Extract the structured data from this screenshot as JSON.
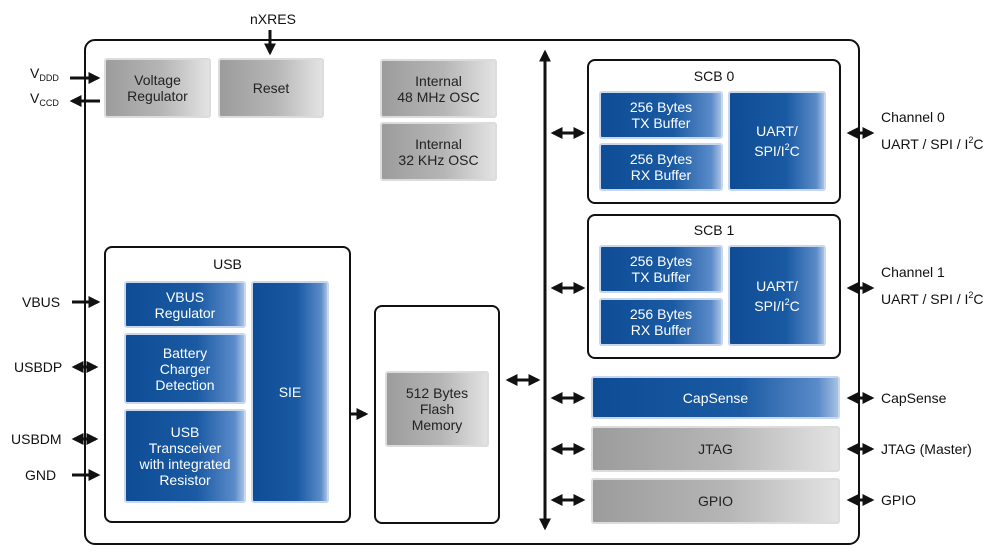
{
  "external": {
    "nxres": "nXRES",
    "vddd_main": "V",
    "vddd_sub": "DDD",
    "vccd_main": "V",
    "vccd_sub": "CCD",
    "vbus": "VBUS",
    "usbdp": "USBDP",
    "usbdm": "USBDM",
    "gnd": "GND",
    "channel0_line1": "Channel 0",
    "channel0_line2a": "UART / SPI / I",
    "channel0_sup": "2",
    "channel0_line2b": "C",
    "channel1_line1": "Channel 1",
    "channel1_line2a": "UART / SPI / I",
    "channel1_sup": "2",
    "channel1_line2b": "C",
    "capsense": "CapSense",
    "jtag": "JTAG (Master)",
    "gpio": "GPIO"
  },
  "blocks": {
    "voltage_regulator_1": "Voltage",
    "voltage_regulator_2": "Regulator",
    "reset": "Reset",
    "osc48_1": "Internal",
    "osc48_2": "48 MHz OSC",
    "osc32_1": "Internal",
    "osc32_2": "32 KHz OSC",
    "usb_title": "USB",
    "vbus_reg_1": "VBUS",
    "vbus_reg_2": "Regulator",
    "battery_1": "Battery",
    "battery_2": "Charger",
    "battery_3": "Detection",
    "transceiver_1": "USB",
    "transceiver_2": "Transceiver",
    "transceiver_3": "with integrated",
    "transceiver_4": "Resistor",
    "sie": "SIE",
    "flash_1": "512 Bytes",
    "flash_2": "Flash",
    "flash_3": "Memory",
    "scb0_title": "SCB 0",
    "scb1_title": "SCB 1",
    "tx_1": "256 Bytes",
    "tx_2": "TX Buffer",
    "rx_1": "256 Bytes",
    "rx_2": "RX Buffer",
    "uart_1": "UART/",
    "uart_2a": "SPI/I",
    "uart_sup": "2",
    "uart_2b": "C",
    "capsense": "CapSense",
    "jtag": "JTAG",
    "gpio": "GPIO"
  },
  "colors": {
    "blue_block": "#0e4d95",
    "gray_block": "#9c9c9c",
    "outline": "#111111"
  }
}
